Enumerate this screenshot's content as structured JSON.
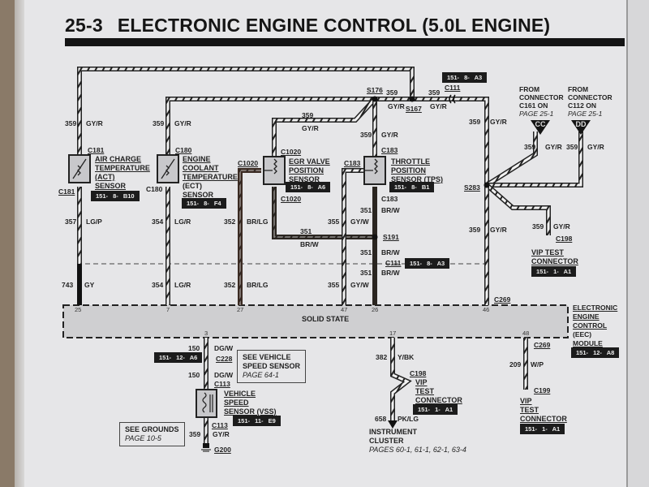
{
  "header": {
    "page_number": "25-3",
    "title": "ELECTRONIC ENGINE CONTROL (5.0L ENGINE)"
  },
  "module": {
    "body_label": "SOLID STATE",
    "name_lines": [
      "ELECTRONIC",
      "ENGINE",
      "CONTROL",
      "(EEC)",
      "MODULE"
    ],
    "ref": "151- 12- A8",
    "connector_top": "C269",
    "connector_bottom": "C269",
    "pins_top": [
      "25",
      "7",
      "27",
      "47",
      "26",
      "46"
    ],
    "pins_bottom": [
      "3",
      "17",
      "48"
    ]
  },
  "splices": {
    "s176": "S176",
    "s167": "S167",
    "s191": "S191",
    "s283": "S283"
  },
  "connectors": {
    "c111_top": "C111",
    "c111_top_ref": "151- 8- A3",
    "c111_mid": "C111",
    "c111_mid_ref": "151- 8- A3"
  },
  "sensors": {
    "act": {
      "conn_top": "C181",
      "conn_bottom": "C181",
      "name_lines": [
        "AIR CHARGE",
        "TEMPERATURE",
        "(ACT)",
        "SENSOR"
      ],
      "ref": "151- 8- B10"
    },
    "ect": {
      "conn_top": "C180",
      "conn_bottom": "C180",
      "name_lines": [
        "ENGINE",
        "COOLANT",
        "TEMPERATURE",
        "(ECT)",
        "SENSOR"
      ],
      "ref": "151- 8- F4"
    },
    "egr": {
      "conn_top": "C1020",
      "conn_bottom": "C1020",
      "conn_side": "C1020",
      "name_lines": [
        "EGR VALVE",
        "POSITION",
        "SENSOR"
      ],
      "ref": "151- 8- A6"
    },
    "tps": {
      "conn_top": "C183",
      "conn_bottom": "C183",
      "conn_side": "C183",
      "name_lines": [
        "THROTTLE",
        "POSITION",
        "SENSOR (TPS)"
      ],
      "ref": "151- 8- B1"
    },
    "vss": {
      "conn_top": "C113",
      "conn_bottom": "C113",
      "name_lines": [
        "VEHICLE",
        "SPEED",
        "SENSOR (VSS)"
      ],
      "ref": "151- 11- E9"
    }
  },
  "wires": {
    "w359": {
      "circuit": "359",
      "color": "GY/R"
    },
    "w357": {
      "circuit": "357",
      "color": "LG/P"
    },
    "w743": {
      "circuit": "743",
      "color": "GY"
    },
    "w354": {
      "circuit": "354",
      "color": "LG/R"
    },
    "w352": {
      "circuit": "352",
      "color": "BR/LG"
    },
    "w351": {
      "circuit": "351",
      "color": "BR/W"
    },
    "w355": {
      "circuit": "355",
      "color": "GY/W"
    },
    "w150": {
      "circuit": "150",
      "color": "DG/W"
    },
    "w382": {
      "circuit": "382",
      "color": "Y/BK"
    },
    "w658": {
      "circuit": "658",
      "color": "PK/LG"
    },
    "w209": {
      "circuit": "209",
      "color": "W/P"
    }
  },
  "from_connectors": {
    "cc": {
      "badge": "CC",
      "lines": [
        "FROM",
        "CONNECTOR",
        "C161 ON"
      ],
      "page": "PAGE 25-1"
    },
    "dd": {
      "badge": "DD",
      "lines": [
        "FROM",
        "CONNECTOR",
        "C112 ON"
      ],
      "page": "PAGE 25-1"
    }
  },
  "vip_test_connectors": {
    "c198_top": {
      "conn": "C198",
      "lines": [
        "VIP TEST",
        "CONNECTOR"
      ],
      "ref": "151- 1- A1"
    },
    "c198_bottom": {
      "conn": "C198",
      "lines": [
        "VIP",
        "TEST",
        "CONNECTOR"
      ],
      "ref": "151- 1- A1"
    },
    "c199": {
      "conn": "C199",
      "lines": [
        "VIP",
        "TEST",
        "CONNECTOR"
      ],
      "ref": "151- 1- A1"
    }
  },
  "c228": {
    "conn": "C228",
    "ref": "151- 12- A6"
  },
  "ground": {
    "label": "G200"
  },
  "notes": {
    "vss": {
      "lines": [
        "SEE VEHICLE",
        "SPEED SENSOR"
      ],
      "page": "PAGE 64-1"
    },
    "grounds": {
      "lines": [
        "SEE GROUNDS"
      ],
      "page": "PAGE 10-5"
    }
  },
  "instrument_cluster": {
    "lines": [
      "INSTRUMENT",
      "CLUSTER"
    ],
    "pages": "PAGES 60-1, 61-1, 62-1, 63-4"
  }
}
